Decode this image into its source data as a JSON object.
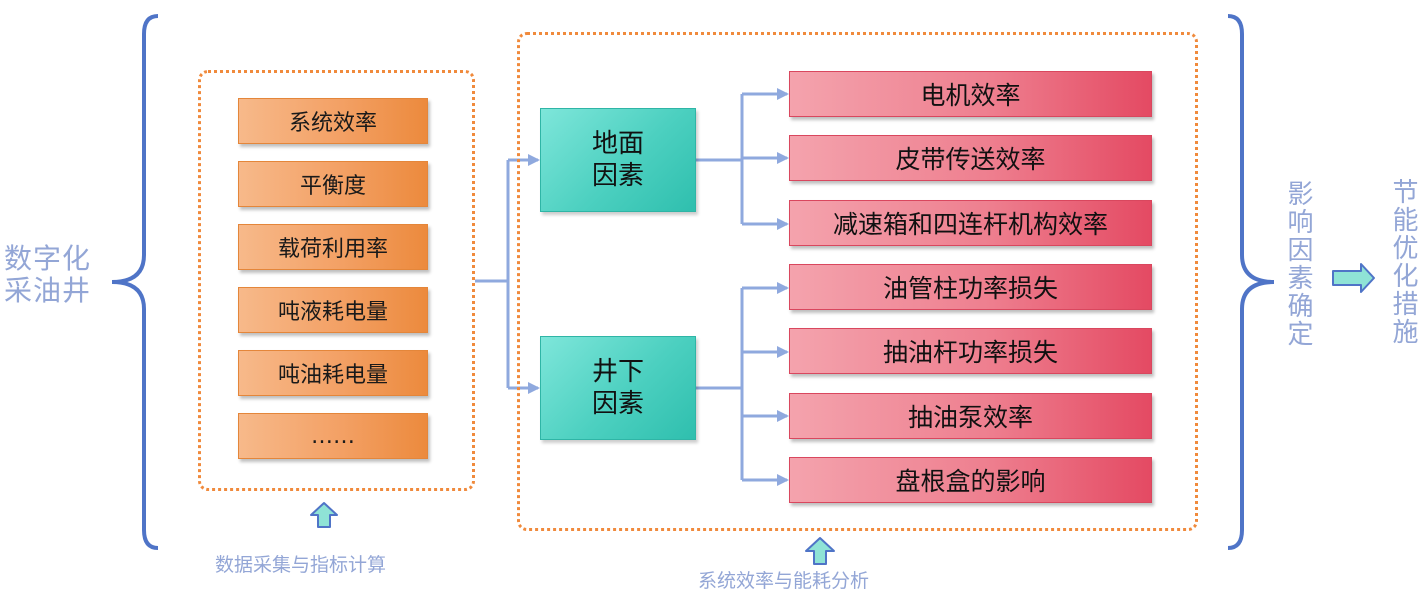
{
  "left_label": [
    "数字化",
    "采油井"
  ],
  "data_collection": {
    "items": [
      "系统效率",
      "平衡度",
      "载荷利用率",
      "吨液耗电量",
      "吨油耗电量",
      "……"
    ],
    "caption": "数据采集与指标计算"
  },
  "analysis": {
    "caption": "系统效率与能耗分析",
    "surface": {
      "label_line1": "地面",
      "label_line2": "因素",
      "items": [
        "电机效率",
        "皮带传送效率",
        "减速箱和四连杆机构效率"
      ]
    },
    "downhole": {
      "label_line1": "井下",
      "label_line2": "因素",
      "items": [
        "油管柱功率损失",
        "抽油杆功率损失",
        "抽油泵效率",
        "盘根盒的影响"
      ]
    }
  },
  "result_label": "影响因素确定",
  "final_label": "节能优化措施",
  "colors": {
    "brace": "#4f74c7",
    "connector": "#8fa9de",
    "dotted_border": "#f08a3c",
    "label_text": "#93a6d6",
    "up_arrow_fill": "#8fe3d6",
    "up_arrow_stroke": "#4f74c7"
  }
}
